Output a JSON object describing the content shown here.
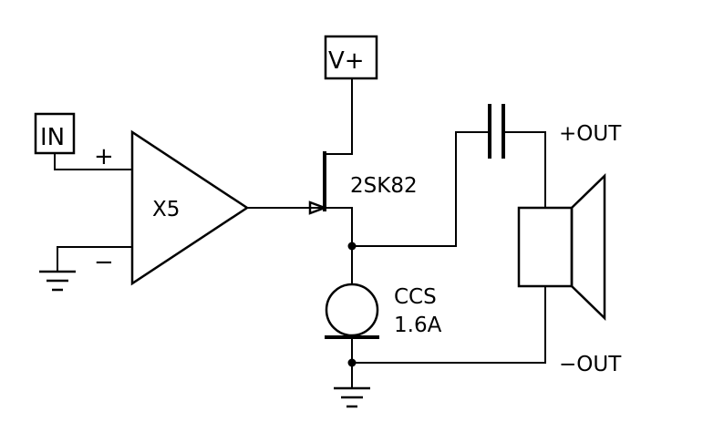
{
  "labels": {
    "input": "IN",
    "supply": "V+",
    "amp_plus": "+",
    "amp_minus": "−",
    "amp_gain": "X5",
    "transistor": "2SK82",
    "ccs_name": "CCS",
    "ccs_current": "1.6A",
    "out_pos": "+OUT",
    "out_neg": "−OUT"
  }
}
